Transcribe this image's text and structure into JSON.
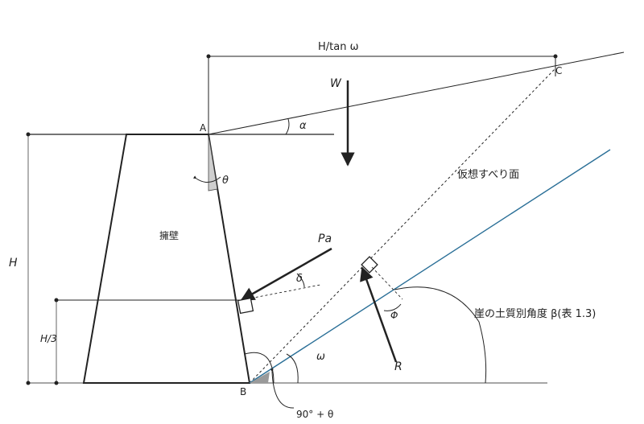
{
  "labels": {
    "top_dimension": "H/tan ω",
    "point_c": "C",
    "point_a": "A",
    "point_b": "B",
    "weight": "W",
    "alpha": "α",
    "theta": "θ",
    "wall": "擁壁",
    "pa": "Pa",
    "delta": "δ",
    "slip_plane": "仮想すべり面",
    "height": "H",
    "h_third": "H/3",
    "phi": "Φ",
    "omega": "ω",
    "r": "R",
    "cliff_angle": "崖の土質別角度 β(表 1.3)",
    "bottom_angle": "90°  + θ"
  },
  "colors": {
    "line": "#222222",
    "ground_line": "#888888",
    "cliff_line": "#2a6f97",
    "shade": "#cfcfcf"
  }
}
